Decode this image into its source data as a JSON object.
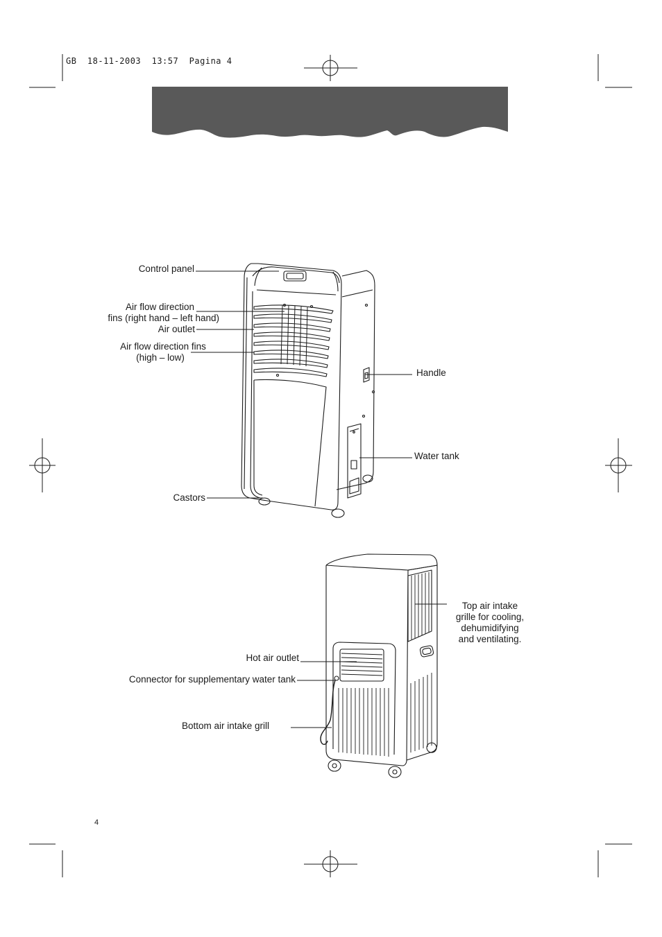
{
  "print_slug": "GB  18-11-2003  13:57  Pagina 4",
  "front_unit": {
    "control_panel": "Control panel",
    "airflow_lr_line1": "Air flow direction",
    "airflow_lr_line2": "fins (right hand – left hand)",
    "air_outlet": "Air outlet",
    "airflow_hl_line1": "Air flow direction fins",
    "airflow_hl_line2": "(high – low)",
    "castors": "Castors",
    "handle": "Handle",
    "water_tank": "Water tank"
  },
  "rear_unit": {
    "top_grille_line1": "Top air intake",
    "top_grille_line2": "grille for cooling,",
    "top_grille_line3": "dehumidifying",
    "top_grille_line4": "and ventilating.",
    "hot_air_outlet": "Hot air outlet",
    "connector": "Connector for supplementary water tank",
    "bottom_grill": "Bottom air intake grill"
  },
  "page_number": "4",
  "colors": {
    "banner": "#595959",
    "ink": "#1a1a1a"
  }
}
